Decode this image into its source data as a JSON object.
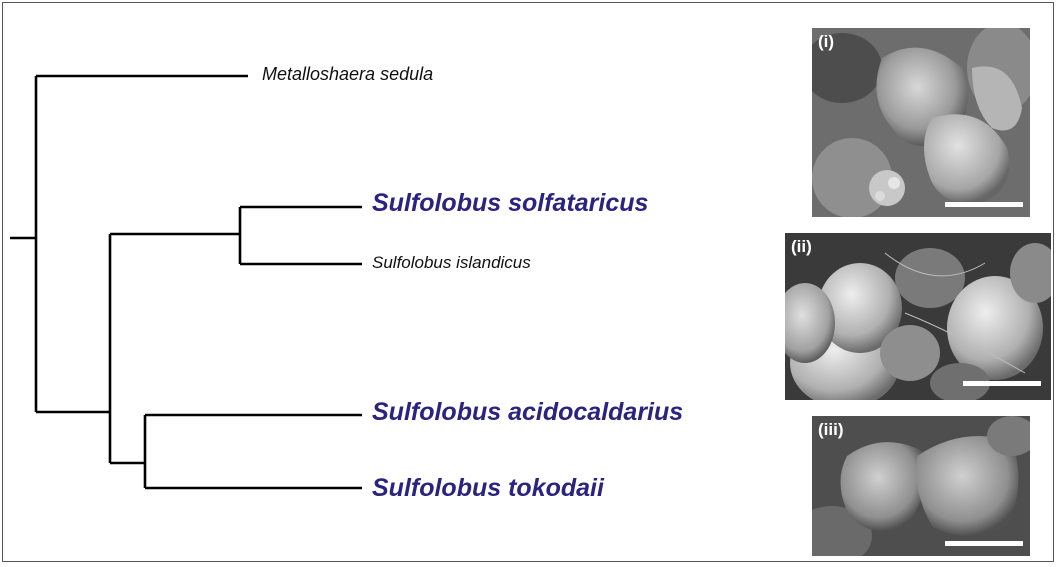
{
  "tree": {
    "taxa": [
      {
        "id": "metallosphaera",
        "label": "Metalloshaera sedula",
        "emphasis": false
      },
      {
        "id": "solfataricus",
        "label": "Sulfolobus solfataricus",
        "emphasis": true
      },
      {
        "id": "islandicus",
        "label": "Sulfolobus islandicus",
        "emphasis": false
      },
      {
        "id": "acidocaldarius",
        "label": "Sulfolobus acidocaldarius",
        "emphasis": true
      },
      {
        "id": "tokodaii",
        "label": "Sulfolobus tokodaii",
        "emphasis": true
      }
    ],
    "emphasis_color": "#2a2380",
    "normal_color": "#111111",
    "line_color": "#000000"
  },
  "panels": [
    {
      "id": "i",
      "label": "(i)"
    },
    {
      "id": "ii",
      "label": "(ii)"
    },
    {
      "id": "iii",
      "label": "(iii)"
    }
  ]
}
